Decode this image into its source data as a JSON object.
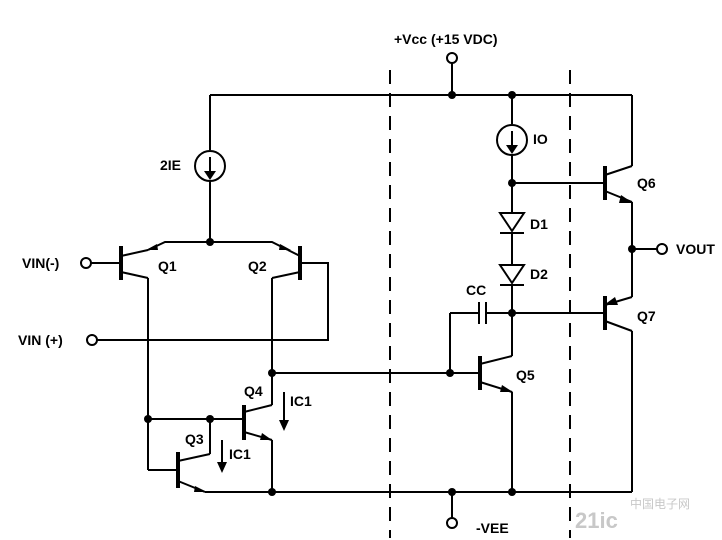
{
  "labels": {
    "vcc": "+Vcc (+15 VDC)",
    "vee": "-VEE",
    "vin_minus": "VIN(-)",
    "vin_plus": "VIN (+)",
    "vout": "VOUT",
    "current_2ie": "2IE",
    "current_io": "IO",
    "ic1_q3": "IC1",
    "ic1_q4": "IC1",
    "cc": "CC"
  },
  "components": {
    "q1": "Q1",
    "q2": "Q2",
    "q3": "Q3",
    "q4": "Q4",
    "q5": "Q5",
    "q6": "Q6",
    "q7": "Q7",
    "d1": "D1",
    "d2": "D2"
  },
  "watermark": {
    "logo": "21ic",
    "text": "中国电子网"
  }
}
